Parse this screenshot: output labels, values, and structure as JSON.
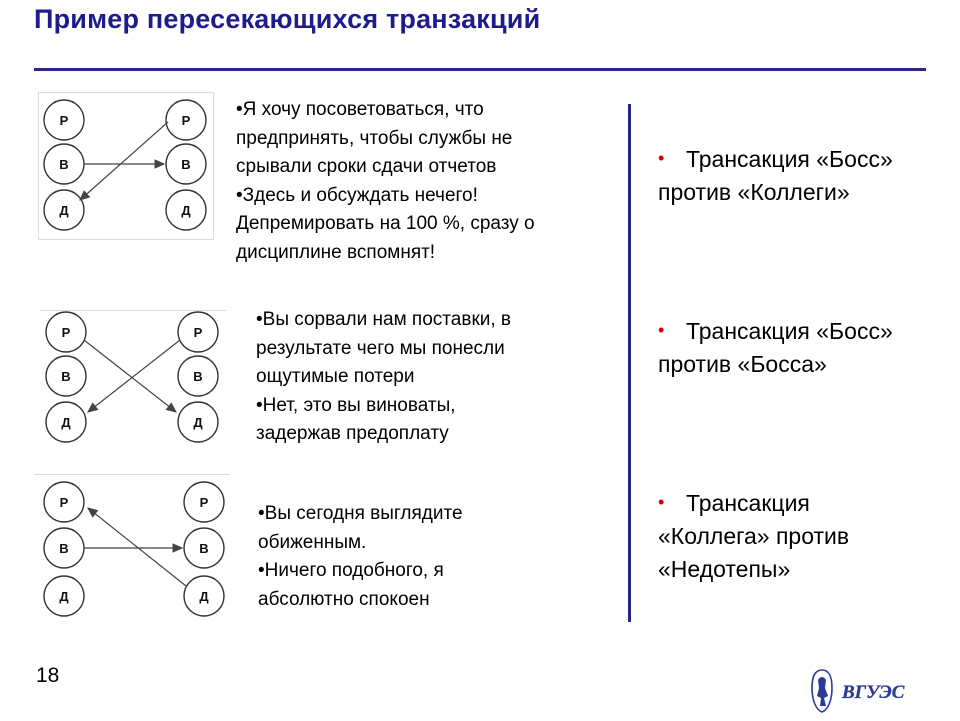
{
  "title": "Пример пересекающихся транзакций",
  "page_number": "18",
  "logo_text": "ВГУЭС",
  "colors": {
    "title": "#1c1c8c",
    "rule": "#2a2a8a",
    "bullet": "#cc0000"
  },
  "state_labels": [
    "Р",
    "В",
    "Д"
  ],
  "dialogs": [
    [
      "•Я хочу посоветоваться, что",
      "предпринять, чтобы службы не",
      "срывали сроки сдачи отчетов",
      "•Здесь и обсуждать нечего!",
      "Депремировать на 100 %, сразу о",
      "дисциплине вспомнят!"
    ],
    [
      "•Вы сорвали нам поставки, в",
      "результате чего мы понесли",
      "ощутимые потери",
      "•Нет, это вы виноваты,",
      "задержав предоплату"
    ],
    [
      "•Вы сегодня выглядите",
      "обиженным.",
      "•Ничего подобного, я",
      "абсолютно спокоен"
    ]
  ],
  "transactions": [
    {
      "bullet": "•",
      "lines": [
        "Трансакция «Босс»",
        "против «Коллеги»"
      ]
    },
    {
      "bullet": "•",
      "lines": [
        "Трансакция «Босс»",
        "против «Босса»"
      ]
    },
    {
      "bullet": "•",
      "lines": [
        "Трансакция",
        "«Коллега» против",
        "«Недотепы»"
      ]
    }
  ]
}
